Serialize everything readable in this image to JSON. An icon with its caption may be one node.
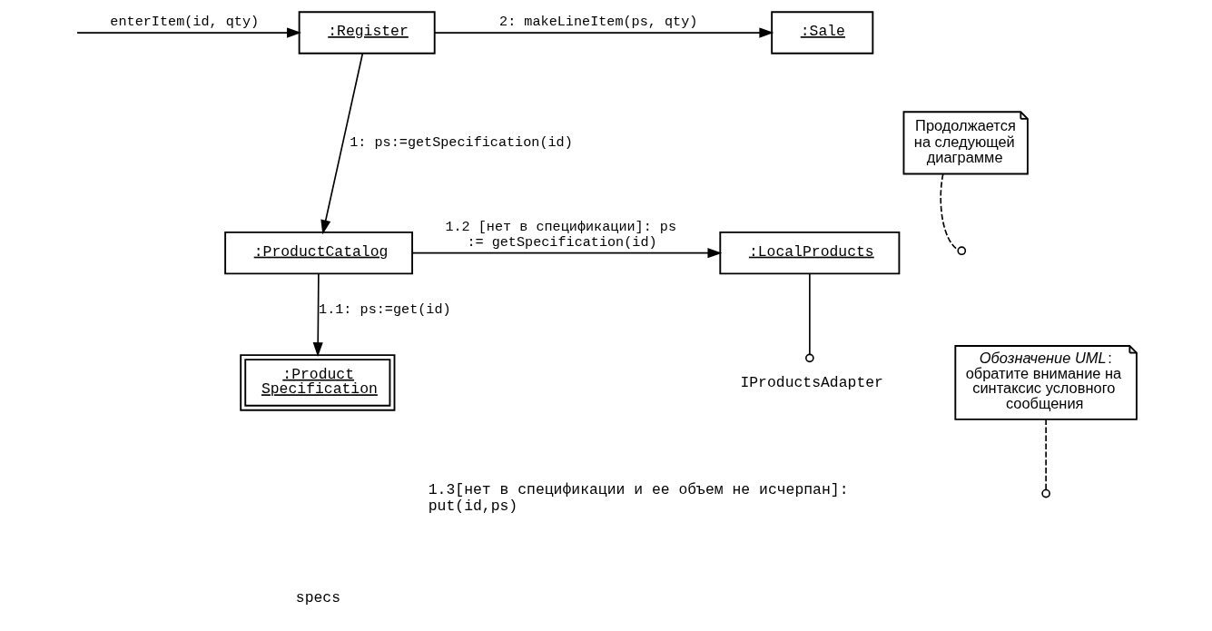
{
  "diagram": {
    "nodes": [
      {
        "text": [
          ":Register"
        ]
      },
      {
        "text": [
          ":Sale"
        ]
      },
      {
        "text": [
          ":ProductCatalog"
        ]
      },
      {
        "text": [
          ":LocalProducts"
        ]
      },
      {
        "text": [
          ":Product Specification"
        ]
      },
      {
        "text": [
          "Продолжается на следующей диаграмме"
        ]
      },
      {
        "text": [
          "*Обозначение UML*: обратите внимание на синтаксис условного сообщения"
        ]
      },
      {
        "text": [
          "IProductsAdapter"
        ]
      }
    ],
    "edges": [
      {
        "from": null,
        "to": 0,
        "arrow": "to",
        "label": "enterItem(id, qty)"
      },
      {
        "from": 0,
        "to": 1,
        "arrow": "to",
        "label": "2: makeLineItem(ps, qty)"
      },
      {
        "from": 0,
        "to": 2,
        "arrow": "to",
        "label": "1: ps:=getSpecification(id)"
      },
      {
        "from": 2,
        "to": 3,
        "arrow": "to",
        "label": "1.2 [нет в спецификации]: ps := getSpecification(id)"
      },
      {
        "from": 2,
        "to": 4,
        "arrow": "to",
        "label": "1.1: ps:=get(id)"
      },
      {
        "from": 3,
        "to": 7,
        "arrow": "other"
      },
      {
        "from": 5,
        "to": null,
        "arrow": "other",
        "style": "dashed"
      },
      {
        "from": 6,
        "to": null,
        "arrow": "other",
        "style": "dashed"
      }
    ],
    "labels": [
      "1.3[нет в спецификации и ее объем не исчерпан]: put(id,ps)",
      "specs"
    ]
  }
}
